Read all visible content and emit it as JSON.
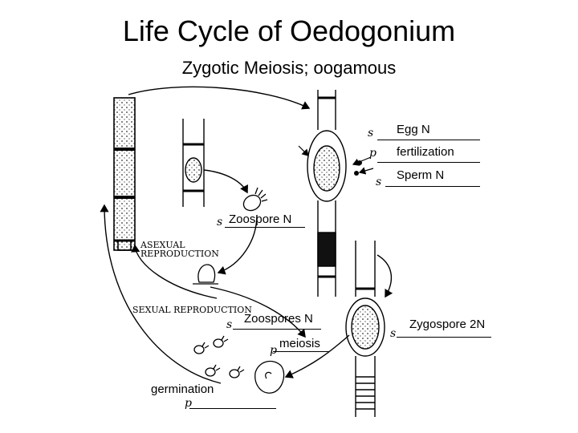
{
  "title": "Life Cycle of Oedogonium",
  "subtitle": "Zygotic Meiosis;  oogamous",
  "labels": {
    "egg": "Egg N",
    "fertilization": "fertilization",
    "sperm": "Sperm N",
    "zoospore": "Zoospore N",
    "zoospores": "Zoospores N",
    "meiosis": "meiosis",
    "zygospore": "Zygospore 2N",
    "germination": "germination"
  },
  "handwritten": {
    "asexual_line1": "ASEXUAL",
    "asexual_line2": "REPRODUCTION",
    "sexual": "SEXUAL  REPRODUCTION",
    "s": "s",
    "p": "p"
  }
}
